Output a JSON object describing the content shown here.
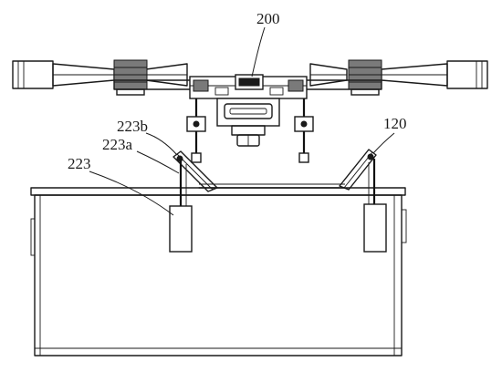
{
  "labels": {
    "drone": "200",
    "guide": "120",
    "arm_hinge": "223b",
    "arm_rod": "223a",
    "actuator": "223"
  }
}
